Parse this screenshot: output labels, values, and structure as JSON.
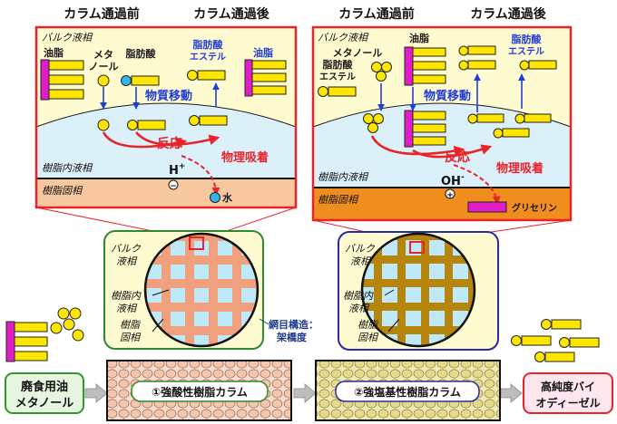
{
  "headers": {
    "left_before": "カラム通過前",
    "left_after": "カラム通過後",
    "right_before": "カラム通過前",
    "right_after": "カラム通過後"
  },
  "left_panel": {
    "bulk_phase": "バルク液相",
    "oil": "油脂",
    "methanol_line1": "メタ",
    "methanol_line2": "ノール",
    "fatty_acid": "脂肪酸",
    "ester_line1": "脂肪酸",
    "ester_line2": "エステル",
    "oil_after": "油脂",
    "mass_transfer": "物質移動",
    "reaction": "反応",
    "physical_adsorption": "物理吸着",
    "resin_liquid": "樹脂内液相",
    "resin_solid": "樹脂固相",
    "ion": "H",
    "ion_sup": "+",
    "ion_sign": "−",
    "water": "水"
  },
  "right_panel": {
    "bulk_phase": "バルク液相",
    "oil": "油脂",
    "methanol": "メタノール",
    "ester_before_line1": "脂肪酸",
    "ester_before_line2": "エステル",
    "ester_after_line1": "脂肪酸",
    "ester_after_line2": "エステル",
    "mass_transfer": "物質移動",
    "reaction": "反応",
    "physical_adsorption": "物理吸着",
    "resin_liquid": "樹脂内液相",
    "resin_solid": "樹脂固相",
    "ion": "OH",
    "ion_sup": "-",
    "ion_sign": "+",
    "glycerin": "グリセリン"
  },
  "left_bead": {
    "bulk_line1": "バルク",
    "bulk_line2": "液相",
    "resin_inner_line1": "樹脂内",
    "resin_inner_line2": "液相",
    "resin_solid_line1": "樹脂",
    "resin_solid_line2": "固相"
  },
  "right_bead": {
    "bulk_line1": "バルク",
    "bulk_line2": "液相",
    "resin_inner_line1": "樹脂内",
    "resin_inner_line2": "液相",
    "resin_solid_line1": "樹脂",
    "resin_solid_line2": "固相"
  },
  "network": {
    "line1": "網目構造：",
    "line2": "架橋度"
  },
  "flow": {
    "input_line1": "廃食用油",
    "input_line2": "メタノール",
    "column1": "①強酸性樹脂カラム",
    "column2": "②強塩基性樹脂カラム",
    "output_line1": "高純度バイ",
    "output_line2": "オディーゼル"
  },
  "colors": {
    "panel_border": "#e8242a",
    "panel_bg": "#fffbd0",
    "resin_liquid_bg": "#dcf0fa",
    "left_solid": "#f7c7a0",
    "right_solid": "#ef8d1e",
    "molecule_yellow": "#ffe600",
    "oil_magenta": "#e01ec8",
    "arrow_blue": "#1f3cd8",
    "arrow_red": "#e8242a",
    "left_bead_border": "#2e8a2e",
    "right_bead_border": "#2a2aa8",
    "left_mesh": "#f1a07d",
    "right_mesh": "#b5860b",
    "mesh_hole": "#bfe8f8",
    "input_border": "#2e9a2e",
    "output_border": "#e8242a",
    "column1_fill": "#f7ddd0",
    "column2_fill": "#efe9b5"
  }
}
